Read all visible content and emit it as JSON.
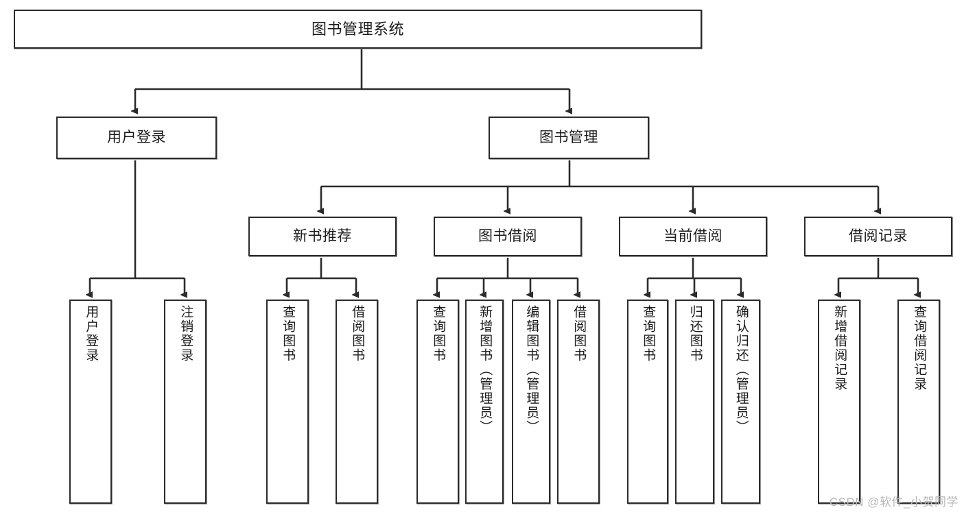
{
  "diagram": {
    "title": "图书管理系统",
    "type": "tree-hierarchy",
    "background_color": "#ffffff",
    "border_color": "#2b2b2b",
    "nodes": {
      "root": {
        "label": "图书管理系统"
      },
      "level2": [
        {
          "id": "user-login",
          "label": "用户登录"
        },
        {
          "id": "book-manage",
          "label": "图书管理"
        }
      ],
      "level3": [
        {
          "id": "new-book-recommend",
          "label": "新书推荐"
        },
        {
          "id": "book-borrow",
          "label": "图书借阅"
        },
        {
          "id": "current-borrow",
          "label": "当前借阅"
        },
        {
          "id": "borrow-record",
          "label": "借阅记录"
        }
      ],
      "leaves": {
        "user_login": [
          {
            "id": "leaf-user-login",
            "label": "用户登录"
          },
          {
            "id": "leaf-logout-login",
            "label": "注销登录"
          }
        ],
        "new_book_recommend": [
          {
            "id": "leaf-query-book-1",
            "label": "查询图书"
          },
          {
            "id": "leaf-borrow-book-1",
            "label": "借阅图书"
          }
        ],
        "book_borrow": [
          {
            "id": "leaf-query-book-2",
            "label": "查询图书"
          },
          {
            "id": "leaf-add-book",
            "label": "新增图书（管理员）"
          },
          {
            "id": "leaf-edit-book",
            "label": "编辑图书（管理员）"
          },
          {
            "id": "leaf-borrow-book-2",
            "label": "借阅图书"
          }
        ],
        "current_borrow": [
          {
            "id": "leaf-query-book-3",
            "label": "查询图书"
          },
          {
            "id": "leaf-return-book",
            "label": "归还图书"
          },
          {
            "id": "leaf-confirm-return",
            "label": "确认归还（管理员）"
          }
        ],
        "borrow_record": [
          {
            "id": "leaf-add-borrow-record",
            "label": "新增借阅记录"
          },
          {
            "id": "leaf-query-borrow-record",
            "label": "查询借阅记录"
          }
        ]
      }
    },
    "watermark": "CSDN @软件_小贺同学"
  }
}
